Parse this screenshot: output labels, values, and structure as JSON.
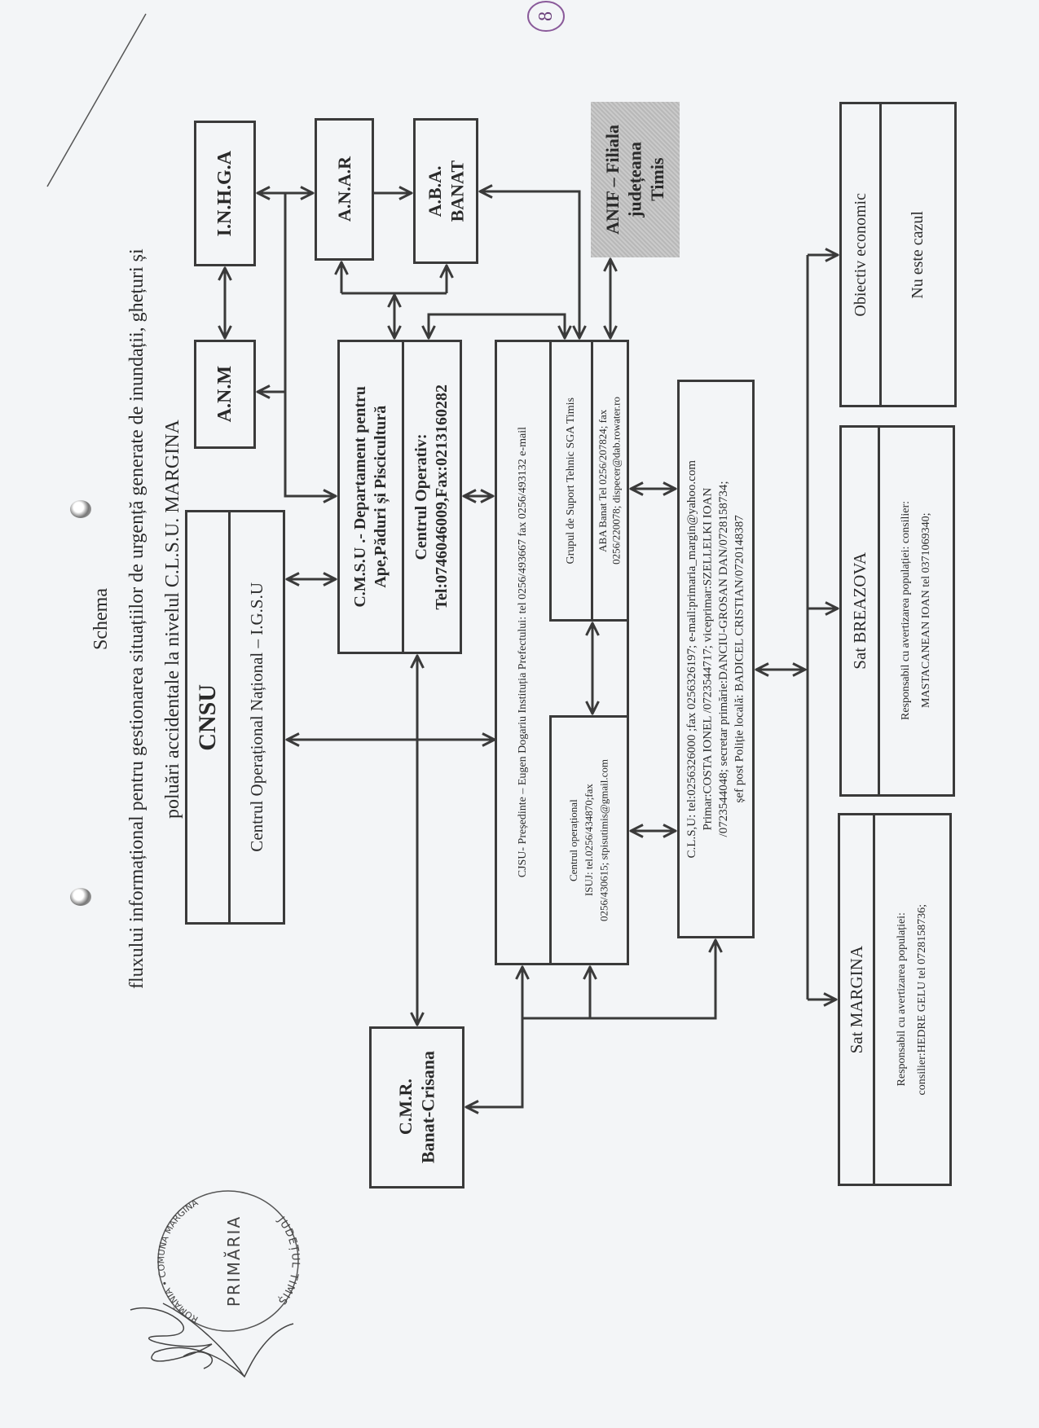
{
  "page_number": "8",
  "title": {
    "line1": "Schema",
    "line2": "fluxului informațional pentru gestionarea situațiilor de urgență generate de inundații, ghețuri și",
    "line3": "poluări accidentale la nivelul C.L.S.U. MARGINA"
  },
  "boxes": {
    "anm": "A.N.M",
    "inhga": "I.N.H.G.A",
    "anar": "A.N.A.R",
    "aba": [
      "A.B.A.",
      "BANAT"
    ],
    "anif": [
      "ANIF – Filiala",
      "județeana",
      "Timis"
    ],
    "cnsu": {
      "header": "CNSU",
      "body": "Centrul Operațional Național – I.G.S.U"
    },
    "cmsu": {
      "header": [
        "C.M.S.U .- Departament pentru",
        "Ape,Păduri și Piscicultură"
      ],
      "body": [
        "Centrul Operativ:",
        "Tel:0746046009,Fax:0213160282"
      ]
    },
    "cjsu": "CJSU- Președinte – Eugen Dogariu Instituția Prefectului: tel 0256/493667 fax 0256/493132 e-mail",
    "grupul": {
      "header": "Grupul de Suport Tehnic  SGA Timis",
      "body": [
        "ABA Banat Tel 0256/207824; fax",
        "0256/220078; dispecer@dab.rowater.ro"
      ]
    },
    "centrul_operational": [
      "Centrul operațional",
      "ISUJ: tel.0256/434870;fax",
      "0256/430615; stpisutimis@gmail.com"
    ],
    "clsu": [
      "C.L.S,U: tel:0256326000 ;fax 0256326197; e-mail:primaria_margin@yahoo.com",
      "Primar:COSTA IONEL /0723544717; viceprimar:SZELLELKI IOAN",
      "/0723544048; secretar primărie:DANCIU-GROSAN DAN/0728158734;",
      "șef post Poliție locală: BADICEL CRISTIAN/0720148387"
    ],
    "cmr": [
      "C.M.R.",
      "Banat-Crisana"
    ],
    "obiectiv": {
      "header": "Obiectiv economic",
      "body": "Nu este cazul"
    },
    "breazova": {
      "header": "Sat BREAZOVA",
      "body": [
        "Responsabil cu avertizarea populației: consilier:",
        "MASTACANEAN IOAN tel 0371069340;"
      ]
    },
    "margina": {
      "header": "Sat MARGINA",
      "body": [
        "Responsabil cu avertizarea populației:",
        "consilier:HEDRE GELU tel 0728158736;"
      ]
    }
  },
  "stamp": {
    "ring_top": "ROMÂNIA • COMUNA MARGINA",
    "ring_bottom": "JUDEȚUL TIMIȘ",
    "center": "PRIMĂRIA"
  }
}
